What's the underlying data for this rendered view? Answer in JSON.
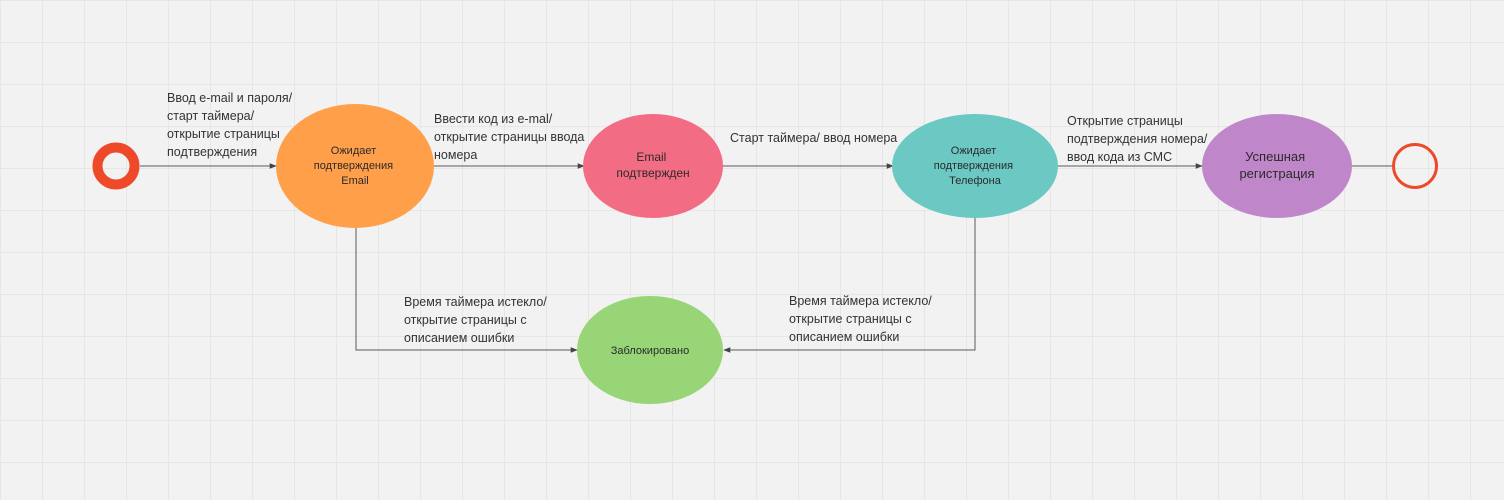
{
  "diagram": {
    "nodes": {
      "awaiting_email": {
        "lines": [
          "Ожидает",
          "подтверждения",
          "Email"
        ],
        "color": "#ff9f4a"
      },
      "email_confirmed": {
        "lines": [
          "Email",
          "подтвержден"
        ],
        "color": "#f26d83"
      },
      "awaiting_phone": {
        "lines": [
          "Ожидает",
          "подтверждения",
          "Телефона"
        ],
        "color": "#6bc8c2"
      },
      "success": {
        "lines": [
          "Успешная",
          "регистрация"
        ],
        "color": "#bf87c9"
      },
      "blocked": {
        "lines": [
          "Заблокировано"
        ],
        "color": "#97d576"
      }
    },
    "terminals": {
      "start_color": "#ee4a2a",
      "end_color": "#ee4a2a"
    },
    "edges": {
      "e1": [
        "Ввод e-mail и пароля/",
        "старт таймера/",
        "открытие страницы",
        "подтверждения"
      ],
      "e2": [
        "Ввести код из e-mal/",
        "открытие страницы ввода",
        "номера"
      ],
      "e3": [
        "Старт таймера/ ввод номера"
      ],
      "e4": [
        "Открытие страницы",
        "подтверждения номера/",
        "ввод кода из СМС"
      ],
      "e5": [
        "Время таймера истекло/",
        "открытие страницы с",
        "описанием ошибки"
      ],
      "e6": [
        "Время таймера истекло/",
        "открытие страницы с",
        "описанием ошибки"
      ]
    }
  }
}
